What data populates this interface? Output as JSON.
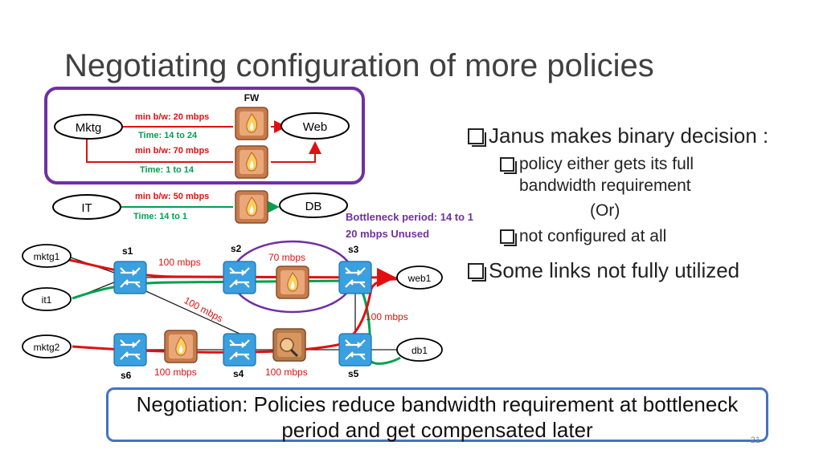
{
  "slide": {
    "title": "Negotiating configuration of more policies",
    "page_number": "21"
  },
  "policies": {
    "fw_label": "FW",
    "nodes": {
      "mktg": "Mktg",
      "web": "Web",
      "it": "IT",
      "db": "DB"
    },
    "policy1": {
      "bw": "min b/w: 20 mbps",
      "time": "Time: 14 to 24"
    },
    "policy2": {
      "bw": "min b/w: 70 mbps",
      "time": "Time: 1 to 14"
    },
    "policy3": {
      "bw": "min b/w: 50 mbps",
      "time": "Time: 14 to 1"
    }
  },
  "bottleneck": {
    "line1": "Bottleneck period: 14 to 1",
    "line2": "20 mbps Unused"
  },
  "network": {
    "hosts": {
      "mktg1": "mktg1",
      "it1": "it1",
      "mktg2": "mktg2",
      "web1": "web1",
      "db1": "db1"
    },
    "switches": {
      "s1": "s1",
      "s2": "s2",
      "s3": "s3",
      "s4": "s4",
      "s5": "s5",
      "s6": "s6"
    },
    "links": {
      "s1_s2": "100 mbps",
      "s2_s3": "70 mbps",
      "s1_s4": "100 mbps",
      "s3_s5": "100 mbps",
      "s6_s4": "100 mbps",
      "s4_s5": "100 mbps"
    }
  },
  "bullets": {
    "main1": "Janus makes binary decision :",
    "sub1": "policy either gets its full bandwidth requirement",
    "or": "(Or)",
    "sub2": "not configured at all",
    "main2": "Some links not fully utilized"
  },
  "callout": "Negotiation: Policies reduce bandwidth requirement at bottleneck period and get compensated later",
  "colors": {
    "red": "#e01010",
    "green": "#00a050",
    "purple": "#7030a0",
    "switch": "#3aa0e0",
    "callout_border": "#4472c4"
  }
}
